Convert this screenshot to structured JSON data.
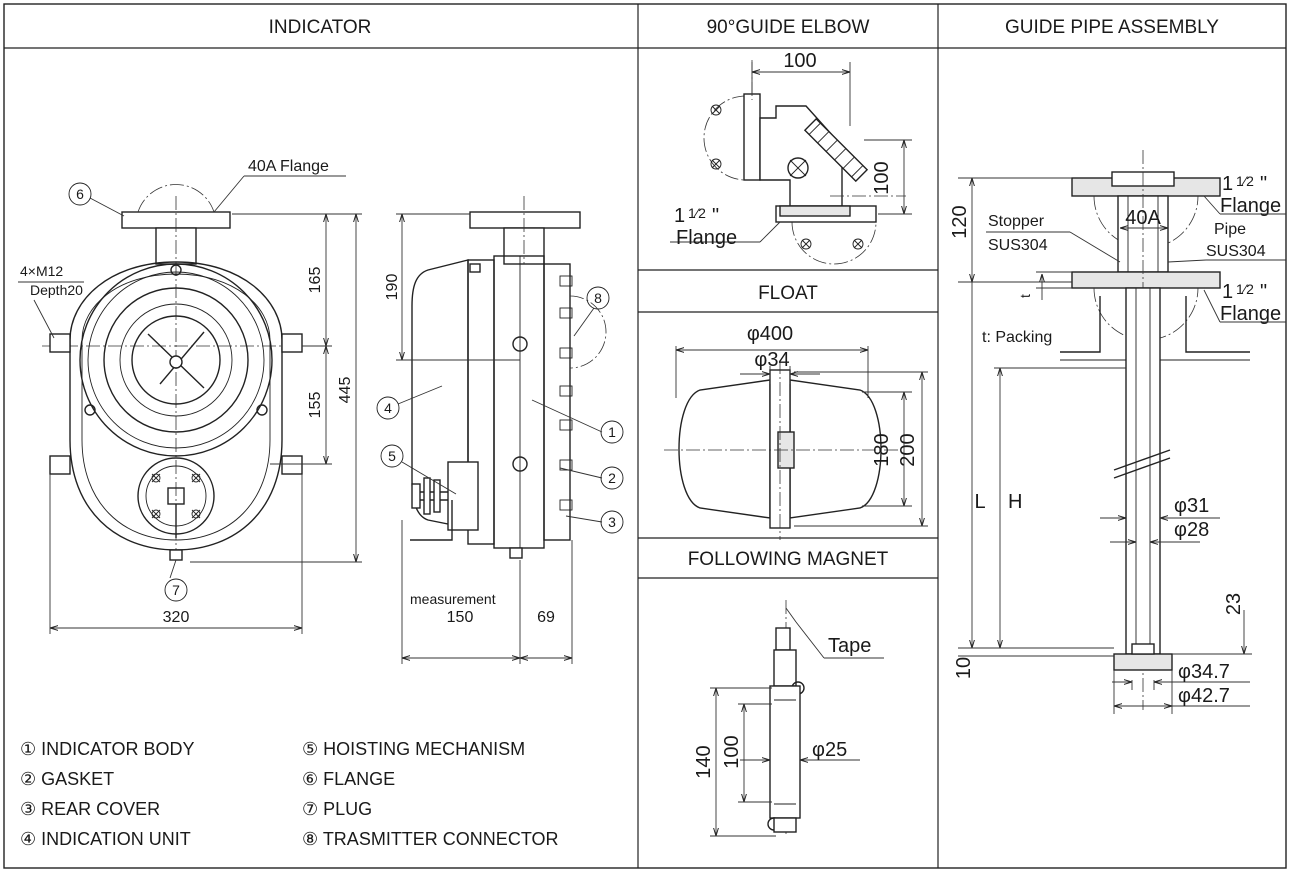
{
  "sections": {
    "indicator": "INDICATOR",
    "elbow": "90°GUIDE ELBOW",
    "guide_pipe": "GUIDE PIPE ASSEMBLY",
    "float": "FLOAT",
    "magnet": "FOLLOWING MAGNET"
  },
  "indicator": {
    "flange_note": "40A Flange",
    "bolt_note_1": "4×M12",
    "bolt_note_2": "Depth20",
    "dim_165": "165",
    "dim_155": "155",
    "dim_445": "445",
    "dim_190": "190",
    "dim_320": "320",
    "dim_150": "150",
    "dim_69": "69",
    "measurement": "measurement"
  },
  "callouts": [
    "1",
    "2",
    "3",
    "4",
    "5",
    "6",
    "7",
    "8"
  ],
  "legend": [
    "① INDICATOR BODY",
    "② GASKET",
    "③ REAR COVER",
    "④ INDICATION UNIT",
    "⑤ HOISTING MECHANISM",
    "⑥ FLANGE",
    "⑦ PLUG",
    "⑧ TRASMITTER CONNECTOR"
  ],
  "elbow": {
    "dim_100_top": "100",
    "dim_100_side": "100",
    "flange_size": "1",
    "flange_frac": "1⁄2",
    "flange_quote": "\"",
    "flange_word": "Flange"
  },
  "float": {
    "dia_400": "φ400",
    "dia_34": "φ34",
    "dim_180": "180",
    "dim_200": "200"
  },
  "magnet": {
    "tape": "Tape",
    "dim_140": "140",
    "dim_100": "100",
    "dia_25": "φ25"
  },
  "guide_pipe": {
    "dim_120": "120",
    "stopper": "Stopper",
    "stopper_mat": "SUS304",
    "size_40a": "40A",
    "pipe": "Pipe",
    "pipe_mat": "SUS304",
    "flange_size": "1",
    "flange_frac": "1⁄2",
    "flange_quote": "\"",
    "flange_word": "Flange",
    "t": "t",
    "packing": "t: Packing",
    "L": "L",
    "H": "H",
    "dia_31": "φ31",
    "dia_28": "φ28",
    "dim_23": "23",
    "dim_10": "10",
    "dia_34_7": "φ34.7",
    "dia_42_7": "φ42.7"
  }
}
